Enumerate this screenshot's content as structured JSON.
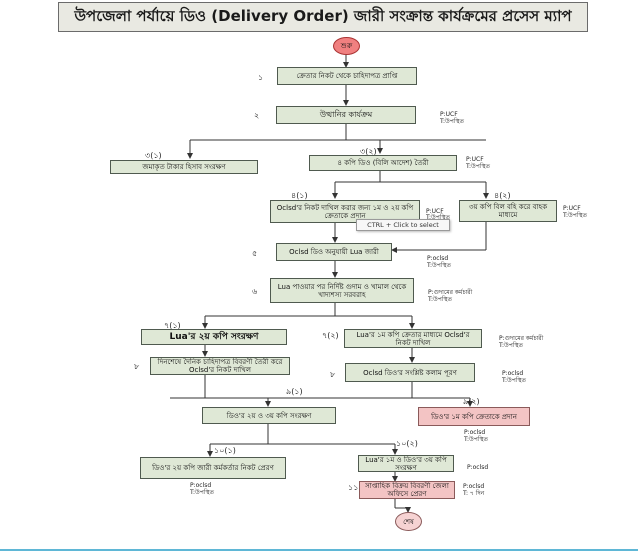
{
  "title": "উপজেলা পর্যায়ে ডিও (Delivery Order) জারী সংক্রান্ত কার্যক্রমের প্রসেস ম্যাপ",
  "start_label": "শুরু",
  "end_label": "শেষ",
  "tooltip": "CTRL + Click to select",
  "steps": [
    {
      "num": "১",
      "text": "ক্রেতার নিকট থেকে চাহিদাপত্র প্রাপ্তি",
      "note_p": "",
      "note_t": ""
    },
    {
      "num": "২",
      "text": "উত্থানির কার্যক্রম",
      "note_p": "P:UCF",
      "note_t": "T:উপস্থিত"
    },
    {
      "num": "৩(১)",
      "text": "জমাকৃত টাকার হিসাব সংরক্ষণ",
      "note_p": "",
      "note_t": ""
    },
    {
      "num": "৩(২)",
      "text": "৪ কপি ডিও (বিলি আদেশ) তৈরী",
      "note_p": "P:UCF",
      "note_t": "T:উপস্থিত"
    },
    {
      "num": "৪(১)",
      "text": "Oclsd'র নিকট দাখিল করার জন্য ১ম ও ২য় কপি ক্রেতাকে প্রদান",
      "note_p": "P:UCF",
      "note_t": "T:উপস্থিত"
    },
    {
      "num": "৪(২)",
      "text": "৩য় কপি বিল বহি করে বাহক মাধ্যমে",
      "note_p": "P:UCF",
      "note_t": "T:উপস্থিত"
    },
    {
      "num": "৫",
      "text": "Oclsd ডিও অনুযায়ী Lua জারী",
      "note_p": "P:oclsd",
      "note_t": "T:উপস্থিত"
    },
    {
      "num": "৬",
      "text": "Lua পাওয়ার পর নির্দিষ্ট গুদাম ও খামাল থেকে খাদ্যশস্য সরবরাহ",
      "note_p": "P:গুদামের কর্মচারী",
      "note_t": "T:উপস্থিত"
    },
    {
      "num": "৭(১)",
      "text": "Lua'র ২য় কপি সংরক্ষণ",
      "note_p": "",
      "note_t": ""
    },
    {
      "num": "৭(২)",
      "text": "Lua'র ১ম কপি ক্রেতার মাধ্যমে Oclsd'র নিকট দাখিল",
      "note_p": "P:গুদামের কর্মচারী",
      "note_t": "T:উপস্থিত"
    },
    {
      "num": "৮",
      "text": "দিনশেষে দৈনিক চাহিদাপত্র বিবরণী তৈরী করে Oclsd'র নিকট দাখিল",
      "note_p": "",
      "note_t": ""
    },
    {
      "num": "৮",
      "text": "Oclsd ডিও'র সংশ্লিষ্ট কলাম পূরণ",
      "note_p": "P:oclsd",
      "note_t": "T:উপস্থিত"
    },
    {
      "num": "৯(১)",
      "text": "ডিও'র ২য় ও ৩য় কপি সংরক্ষণ",
      "note_p": "",
      "note_t": ""
    },
    {
      "num": "৯(২)",
      "text": "ডিও'র ১ম কপি ক্রেতাকে প্রদান",
      "note_p": "P:oclsd",
      "note_t": "T:উপস্থিত"
    },
    {
      "num": "১০(১)",
      "text": "ডিও'র ২য় কপি জারী কর্মকর্তার নিকট প্রেরণ",
      "note_p": "P:oclsd",
      "note_t": "T:উপস্থিত"
    },
    {
      "num": "১০(২)",
      "text": "Lua'র ১ম ও ডিও'র ৩য় কপি সংরক্ষণ",
      "note_p": "P:oclsd",
      "note_t": ""
    },
    {
      "num": "১১",
      "text": "সাপ্তাহিক বিক্রয় বিবরণী জেলা অফিসে প্রেরণ",
      "note_p": "P:oclsd",
      "note_t": "T: ৭ দিন"
    }
  ]
}
